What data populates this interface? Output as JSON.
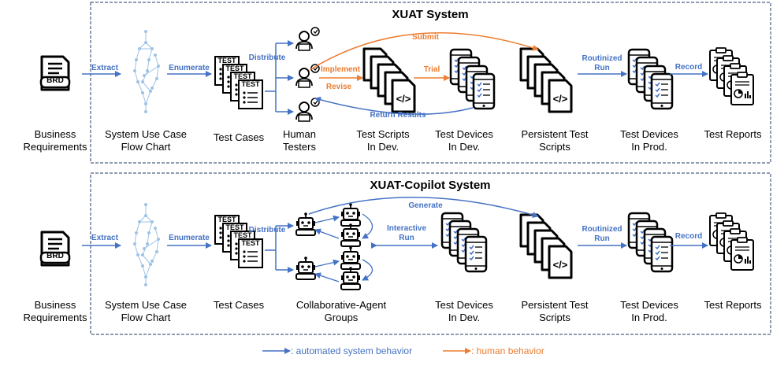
{
  "panels": {
    "xuat": {
      "title": "XUAT System",
      "captions": {
        "brd": [
          "Business",
          "Requirements"
        ],
        "flow": [
          "System Use Case",
          "Flow Chart"
        ],
        "cases": [
          "Test Cases"
        ],
        "testers": [
          "Human",
          "Testers"
        ],
        "scripts": [
          "Test Scripts",
          "In Dev."
        ],
        "devices_dev": [
          "Test Devices",
          "In Dev."
        ],
        "persistent": [
          "Persistent Test",
          "Scripts"
        ],
        "devices_prod": [
          "Test Devices",
          "In Prod."
        ],
        "reports": [
          "Test Reports"
        ]
      },
      "edges": {
        "extract": "Extract",
        "enumerate": "Enumerate",
        "distribute": "Distribute",
        "implement": "Implement",
        "revise": "Revise",
        "trial": "Trial",
        "submit": "Submit",
        "return": "Return Results",
        "routinized": [
          "Routinized",
          "Run"
        ],
        "record": "Record"
      }
    },
    "copilot": {
      "title": "XUAT-Copilot System",
      "captions": {
        "brd": [
          "Business",
          "Requirements"
        ],
        "flow": [
          "System Use Case",
          "Flow Chart"
        ],
        "cases": [
          "Test Cases"
        ],
        "agents": [
          "Collaborative-Agent",
          "Groups"
        ],
        "devices_dev": [
          "Test Devices",
          "In Dev."
        ],
        "persistent": [
          "Persistent Test",
          "Scripts"
        ],
        "devices_prod": [
          "Test Devices",
          "In Prod."
        ],
        "reports": [
          "Test Reports"
        ]
      },
      "edges": {
        "extract": "Extract",
        "enumerate": "Enumerate",
        "distribute": "Distribute",
        "generate": "Generate",
        "interactive": [
          "Interactive",
          "Run"
        ],
        "routinized": [
          "Routinized",
          "Run"
        ],
        "record": "Record"
      }
    }
  },
  "icon_text": {
    "brd": "BRD",
    "test_card": "TEST",
    "code": "</>"
  },
  "legend": {
    "automated": ": automated system behavior",
    "human": ": human behavior"
  },
  "colors": {
    "automated": "#4472c4",
    "human": "#ed7d31",
    "flowchart": "#9dc3e6",
    "border": "#1f3864"
  }
}
